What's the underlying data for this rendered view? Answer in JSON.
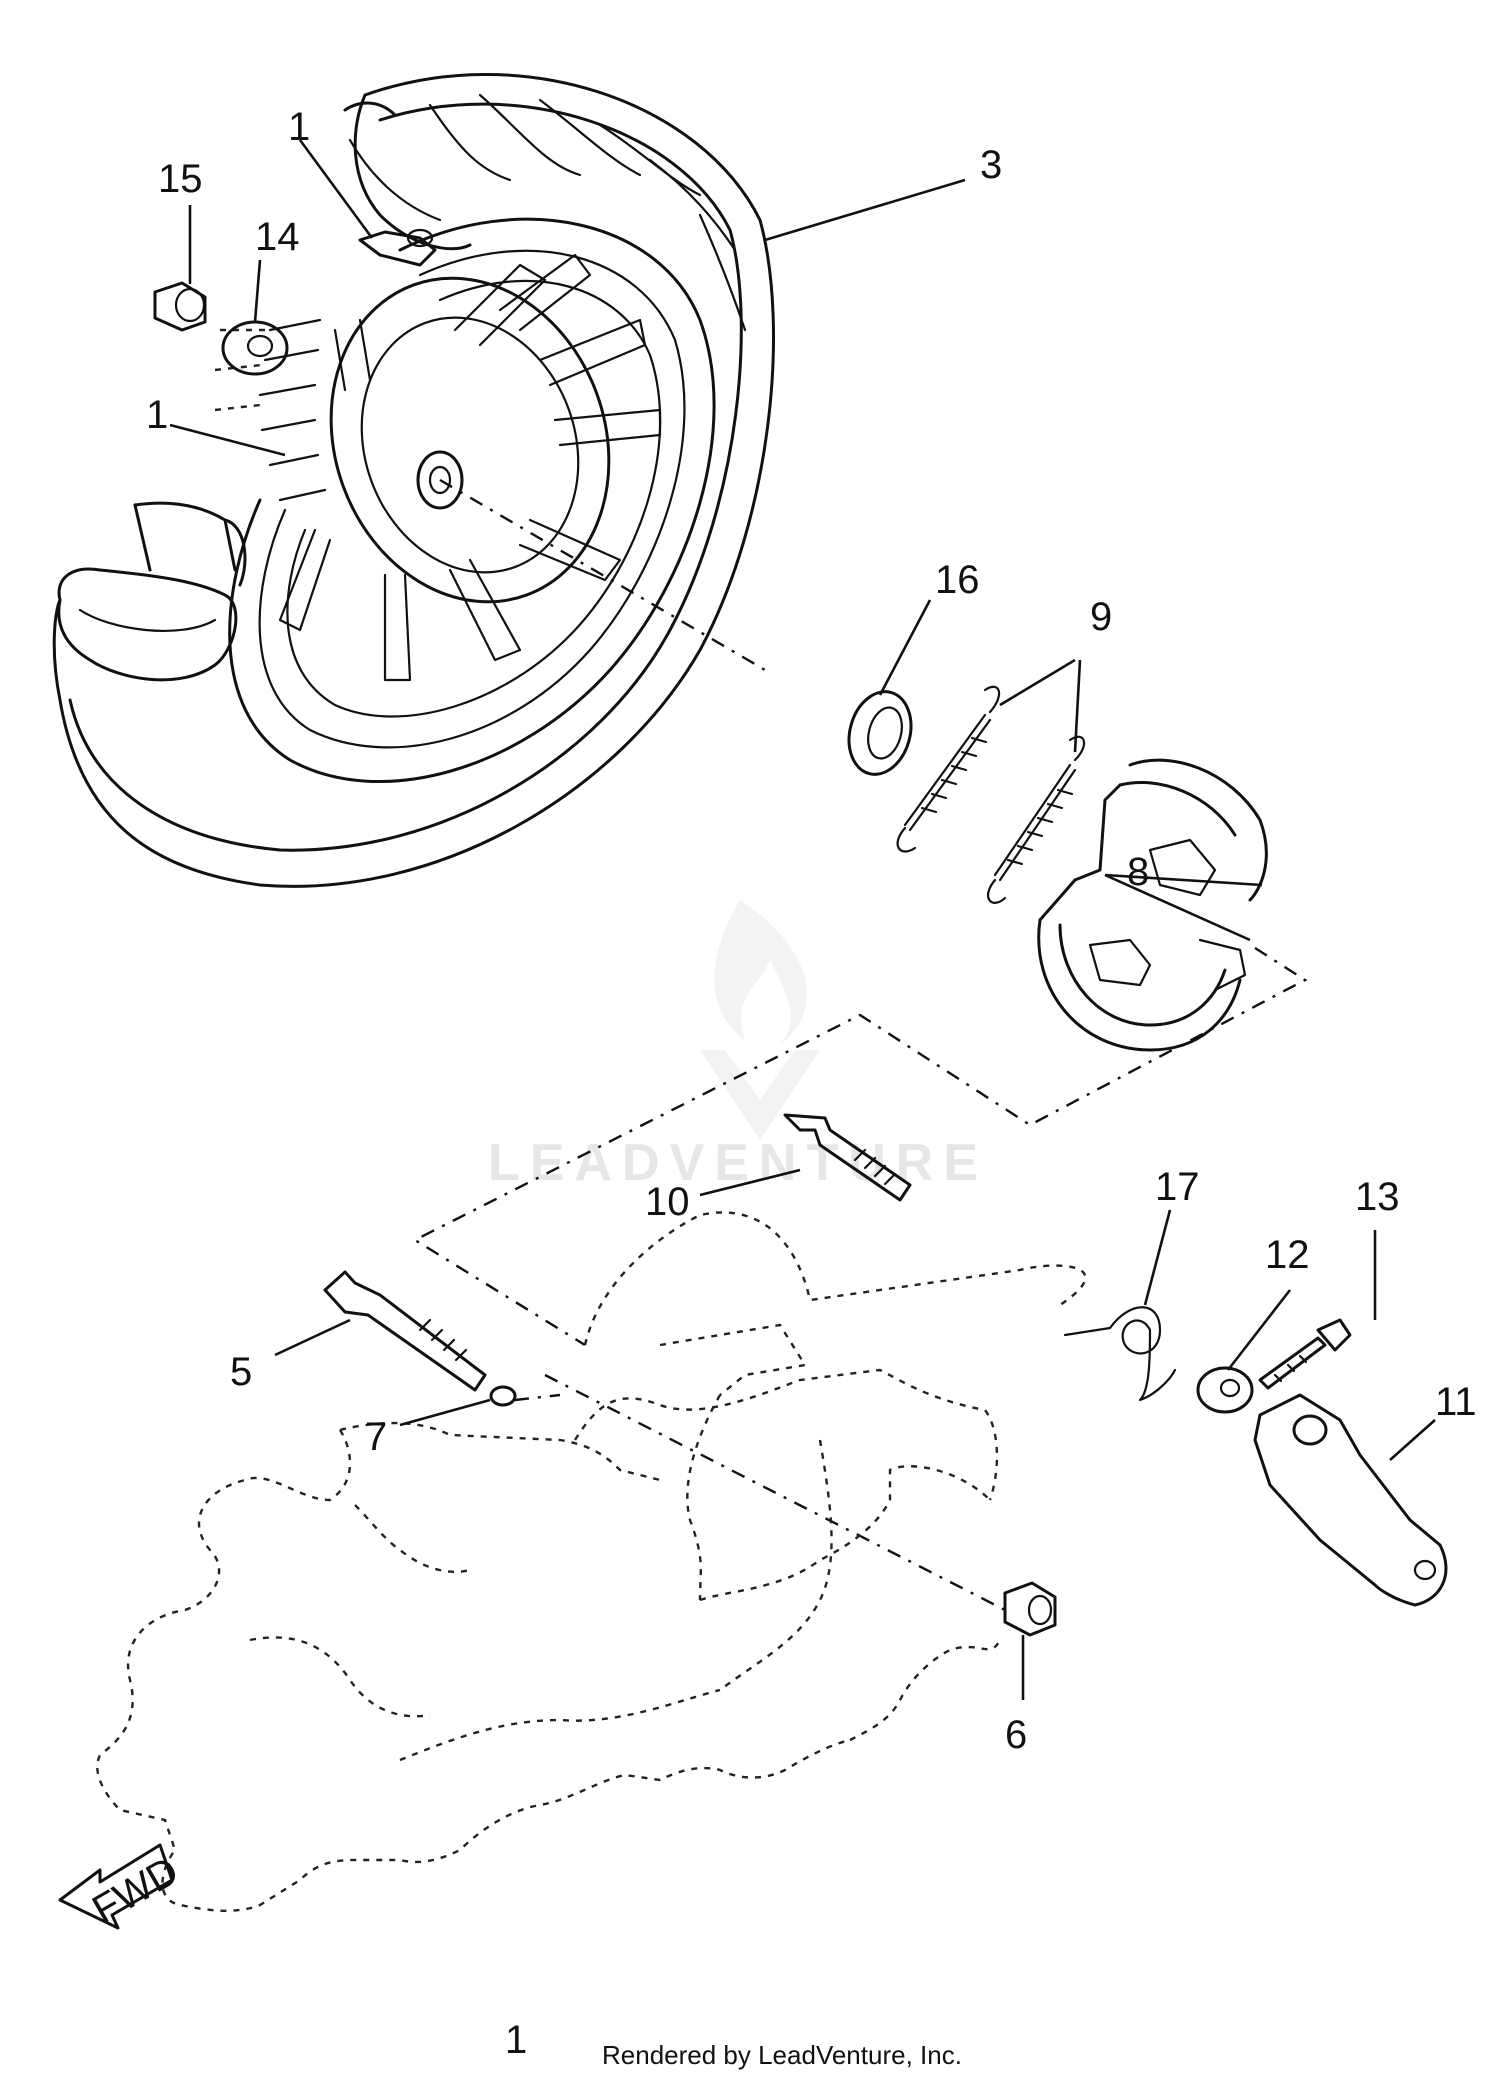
{
  "callouts": [
    {
      "id": "1a",
      "text": "1"
    },
    {
      "id": "1b",
      "text": "1"
    },
    {
      "id": "3",
      "text": "3"
    },
    {
      "id": "5",
      "text": "5"
    },
    {
      "id": "6",
      "text": "6"
    },
    {
      "id": "7",
      "text": "7"
    },
    {
      "id": "8",
      "text": "8"
    },
    {
      "id": "9",
      "text": "9"
    },
    {
      "id": "10",
      "text": "10"
    },
    {
      "id": "11",
      "text": "11"
    },
    {
      "id": "12",
      "text": "12"
    },
    {
      "id": "13",
      "text": "13"
    },
    {
      "id": "14",
      "text": "14"
    },
    {
      "id": "15",
      "text": "15"
    },
    {
      "id": "16",
      "text": "16"
    },
    {
      "id": "17",
      "text": "17"
    }
  ],
  "fwd_arrow_label": "FWD",
  "watermark": "LEADVENTURE",
  "page_reference": "1",
  "credit": "Rendered by LeadVenture, Inc."
}
